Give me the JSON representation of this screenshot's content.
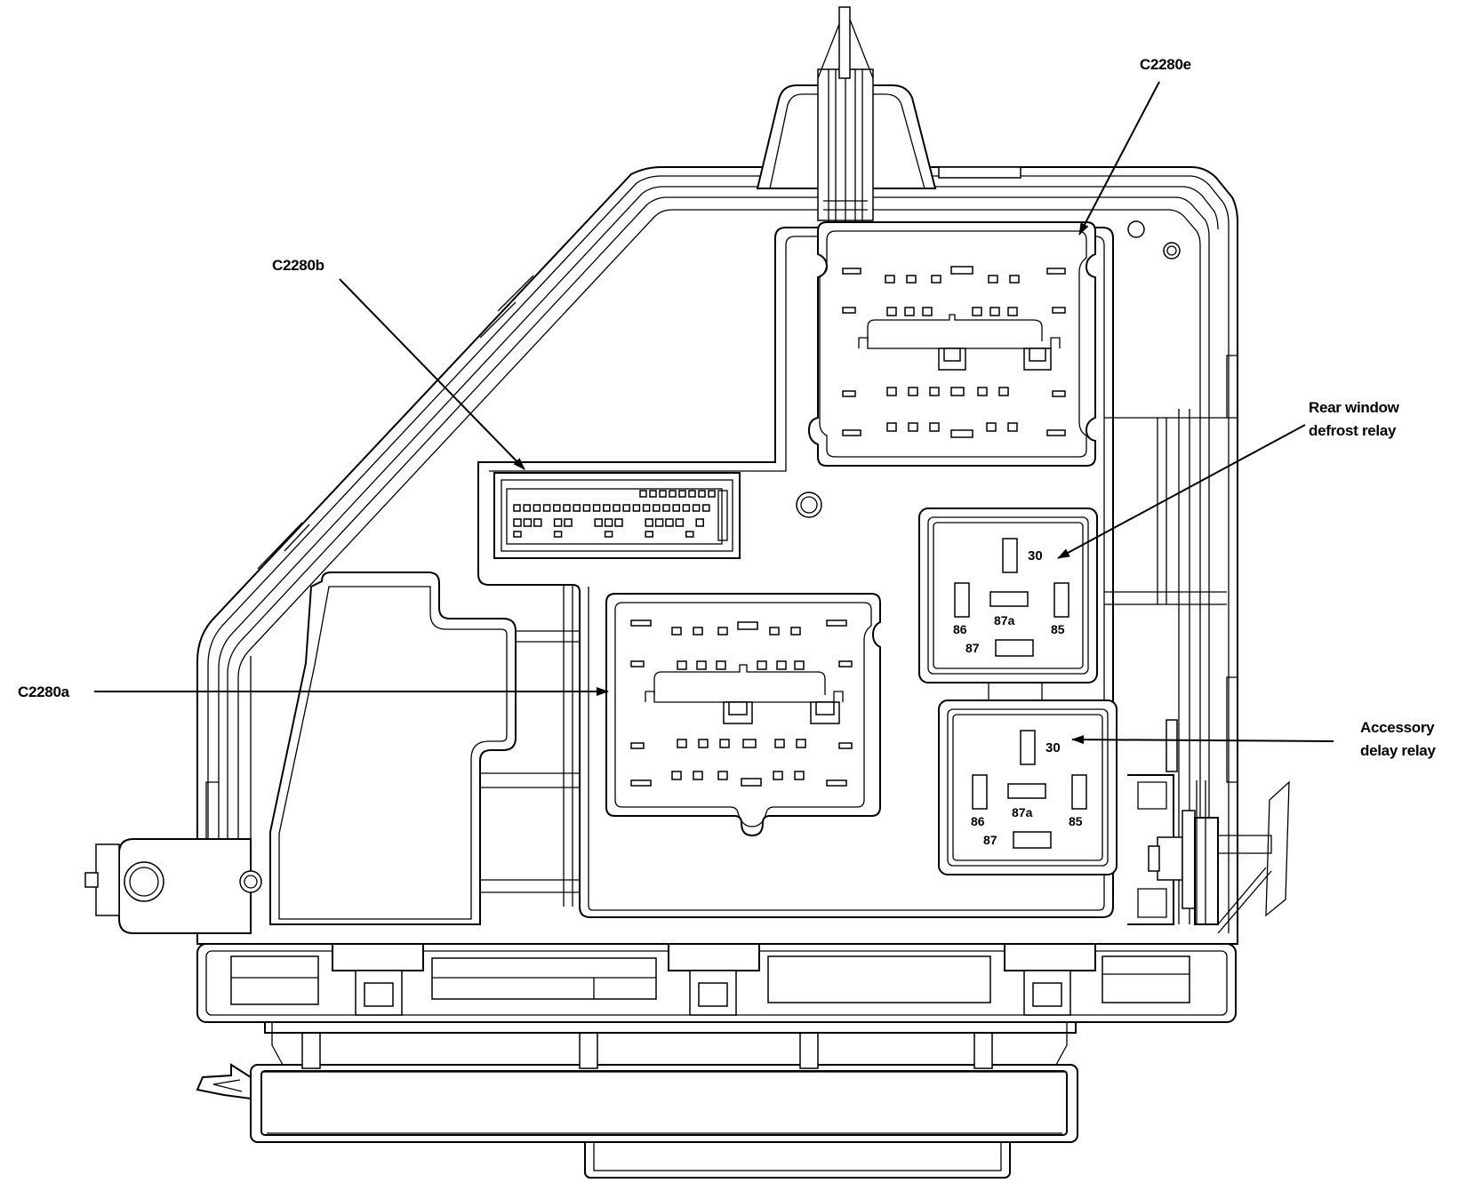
{
  "callouts": {
    "c2280e": "C2280e",
    "c2280b": "C2280b",
    "c2280a": "C2280a",
    "rear_relay_line1": "Rear window",
    "rear_relay_line2": "defrost relay",
    "acc_relay_line1": "Accessory",
    "acc_relay_line2": "delay relay"
  },
  "rear_relay_pins": {
    "p30": "30",
    "p86": "86",
    "p87a": "87a",
    "p85": "85",
    "p87": "87"
  },
  "acc_relay_pins": {
    "p30": "30",
    "p86": "86",
    "p87a": "87a",
    "p85": "85",
    "p87": "87"
  },
  "colors": {
    "line": "#000000",
    "background": "#ffffff"
  }
}
